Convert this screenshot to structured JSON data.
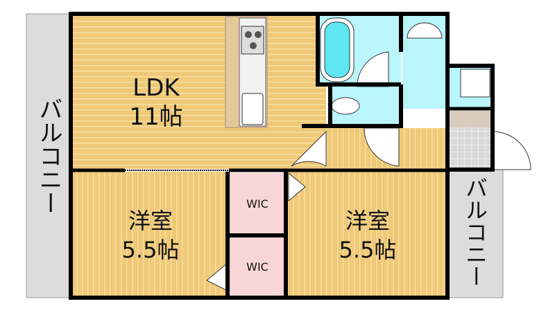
{
  "colors": {
    "floor": "#efc978",
    "floor_stripe": "#f6dea3",
    "wet": "#b9f5fb",
    "wic": "#f8d5d6",
    "balcony": "#dcdcdc",
    "wall": "#000000",
    "genkan": "#d9cbbd"
  },
  "rooms": {
    "ldk": {
      "name": "LDK",
      "size": "11帖"
    },
    "western_left": {
      "name": "洋室",
      "size": "5.5帖"
    },
    "western_right": {
      "name": "洋室",
      "size": "5.5帖"
    },
    "wic_top": {
      "name": "WIC"
    },
    "wic_bottom": {
      "name": "WIC"
    },
    "balcony_left": {
      "name": "バルコニー"
    },
    "balcony_right": {
      "name": "バルコニー"
    }
  }
}
